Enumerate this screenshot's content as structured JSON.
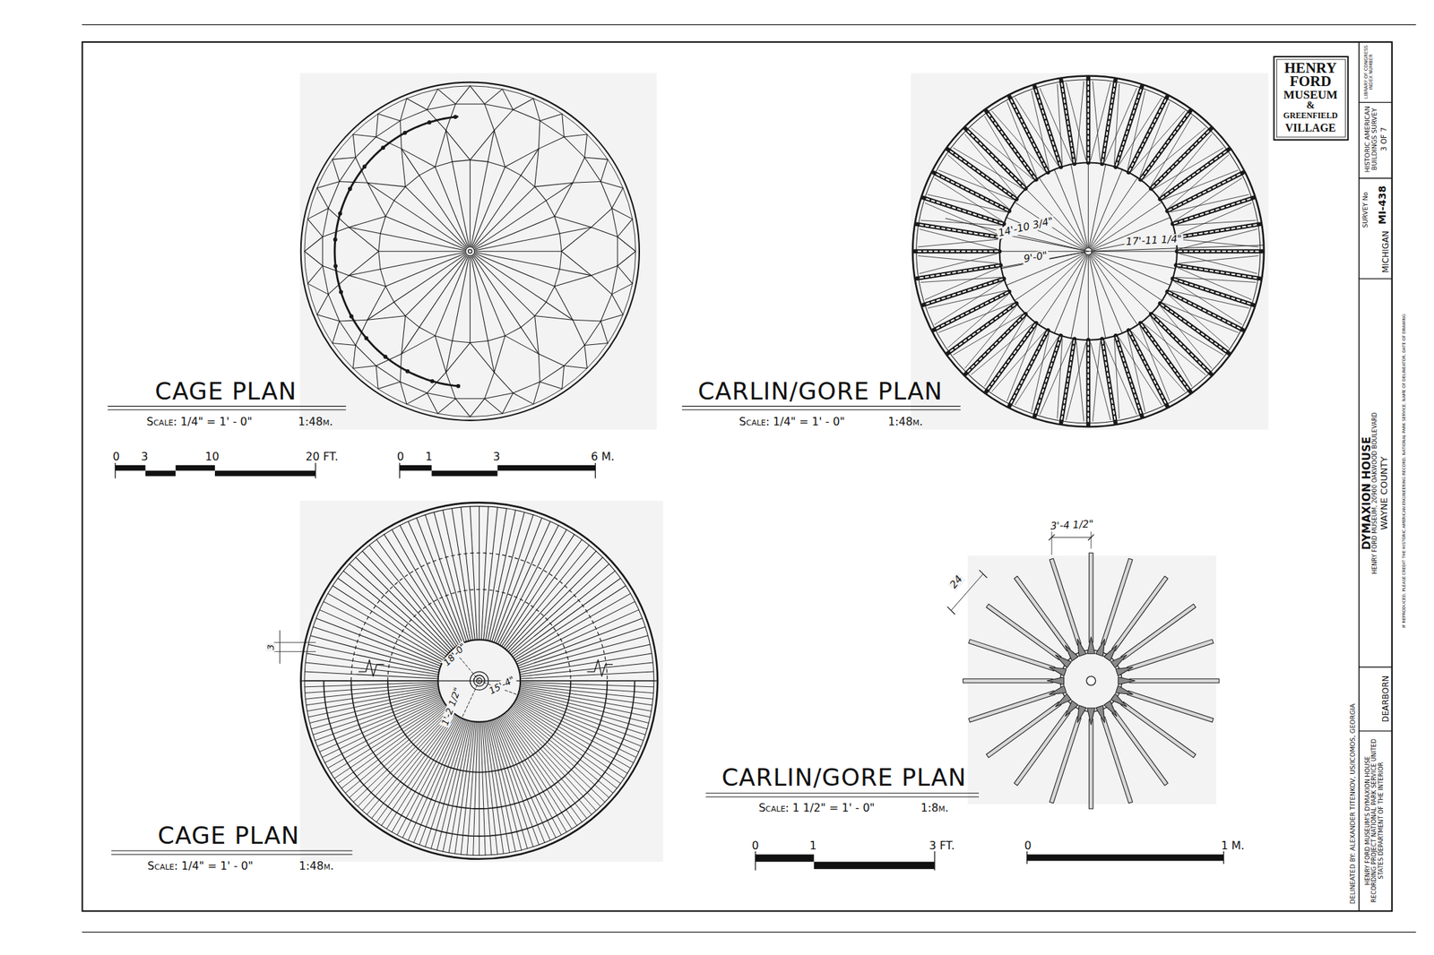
{
  "diagram": {
    "title": "DYMAXION HOUSE",
    "labels": [
      "CAGE PLAN",
      "Scale: 1/4\" = 1' - 0\"",
      "1:48m.",
      "CARLIN/GORE PLAN",
      "Scale: 1/4\" = 1' - 0\"",
      "1:48m.",
      "0",
      "3",
      "10",
      "20 FT.",
      "0",
      "1",
      "3",
      "6 M.",
      "CAGE PLAN",
      "Scale: 1/4\" = 1' - 0\"",
      "1:48m.",
      "CARLIN/GORE PLAN",
      "Scale: 1 1/2\" = 1' - 0\"",
      "1:8m.",
      "0",
      "1",
      "3 FT.",
      "0",
      "1 M.",
      "14'-10 3/4\"",
      "9'-0\"",
      "17'-11 1/4\"",
      "3",
      "18'-0\"",
      "15'-4\"",
      "1'-2 1/2\"",
      "3'-4 1/2\"",
      "24",
      "HENRY",
      "FORD",
      "MUSEUM",
      "&",
      "GREENFIELD",
      "VILLAGE",
      "LIBRARY OF CONGRESS INDEX NUMBER",
      "HISTORIC AMERICAN BUILDINGS SURVEY",
      "3 OF 7",
      "SURVEY No",
      "MI-438",
      "MICHIGAN",
      "HENRY FORD MUSEUM, 20900 OAKWOOD BOULEVARD",
      "WAYNE COUNTY",
      "IF REPRODUCED, PLEASE CREDIT THE HISTORIC AMERICAN ENGINEERING RECORD, NATIONAL PARK SERVICE, NAME OF DELINEATOR, DATE OF DRAWING",
      "DEARBORN",
      "DELINEATED BY: ALEXANDER TITENKOV, US/ICOMOS, GEORGIA",
      "HENRY FORD MUSEUM'S DYMAXION HOUSE RECORDING PROJECT NATIONAL PARK SERVICE UNITED STATES DEPARTMENT OF THE INTERIOR"
    ]
  }
}
